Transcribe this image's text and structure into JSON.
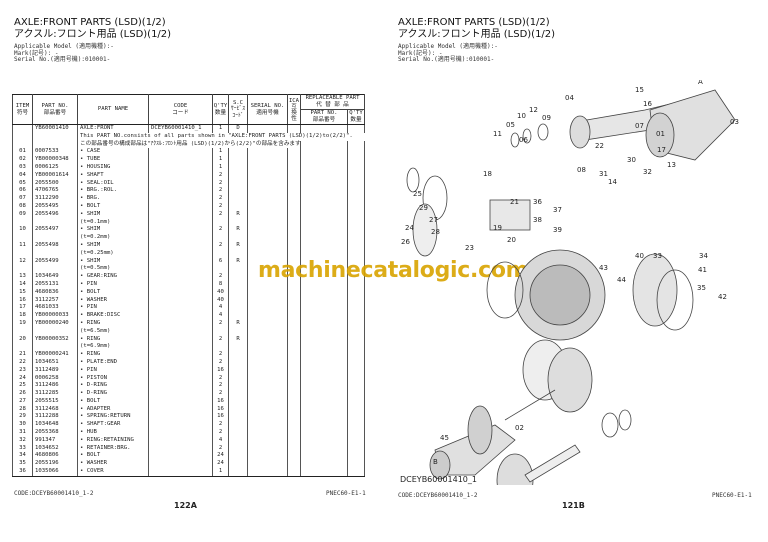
{
  "left": {
    "title_en": "AXLE:FRONT PARTS (LSD)(1/2)",
    "title_jp": "アクスル:フロント用品 (LSD)(1/2)",
    "model": "Applicable Model (適用機種):-",
    "mark": "Mark(記号): -",
    "serial": "Serial No.(適用号機):010001-",
    "code": "CODE:DCEYB60001410_1-2",
    "ref": "PNEC60-E1-1",
    "page": "122A"
  },
  "right": {
    "title_en": "AXLE:FRONT PARTS (LSD)(1/2)",
    "title_jp": "アクスル:フロント用品 (LSD)(1/2)",
    "model": "Applicable Model (適用機種):-",
    "mark": "Mark(記号): -",
    "serial": "Serial No.(適用号機):010001-",
    "code": "CODE:DCEYB60001410_1-2",
    "ref": "PNEC60-E1-1",
    "page": "121B",
    "diagram_id": "DCEYB60001410_1"
  },
  "headers": {
    "item": "ITEM\n符号",
    "partno": "PART NO.\n部品番号",
    "name": "PART NAME",
    "code": "CODE\nコード",
    "qty": "Q'TY\n数量",
    "sc": "S.C\nｻｰﾋﾞｽ\nｺｰﾄﾞ",
    "serial": "SERIAL NO.\n適用号機",
    "ica": "ICA\n互\n換\n性",
    "rep": "REPLACEABLE PART\n代 替 部 品",
    "rep_no": "PART NO.\n部品番号",
    "rep_qty": "Q'TY\n数量"
  },
  "assembly": {
    "partno": "YB60001410",
    "name": "AXLE:FRONT",
    "code": "DCEYB60001410_1",
    "qty": "1",
    "sc": "D",
    "note_en": "This PART NO.consists of all parts shown in \"AXLE:FRONT PARTS (LSD)(1/2)to(2/2)\".",
    "note_jp": "この部品番号の構成部品は\"ｱｸｽﾙ:ﾌﾛﾝﾄ用品 (LSD)(1/2)から(2/2)\"の部品を含みます"
  },
  "rows": [
    {
      "item": "01",
      "partno": "0007533",
      "name": "• CASE",
      "qty": "1"
    },
    {
      "item": "02",
      "partno": "YB00000348",
      "name": "• TUBE",
      "qty": "1"
    },
    {
      "item": "03",
      "partno": "0006125",
      "name": "• HOUSING",
      "qty": "1"
    },
    {
      "item": "04",
      "partno": "YB00001614",
      "name": "• SHAFT",
      "qty": "2"
    },
    {
      "item": "05",
      "partno": "2055500",
      "name": "• SEAL:OIL",
      "qty": "2"
    },
    {
      "item": "06",
      "partno": "4706765",
      "name": "• BRG.:ROL.",
      "qty": "2"
    },
    {
      "item": "07",
      "partno": "3112290",
      "name": "• BRG.",
      "qty": "2"
    },
    {
      "item": "08",
      "partno": "2055495",
      "name": "• BOLT",
      "qty": "2"
    },
    {
      "item": "09",
      "partno": "2055496",
      "name": "• SHIM",
      "qty": "2",
      "sc": "R",
      "note": "(t=0.1mm)"
    },
    {
      "item": "10",
      "partno": "2055497",
      "name": "• SHIM",
      "qty": "2",
      "sc": "R",
      "note": "(t=0.2mm)"
    },
    {
      "item": "11",
      "partno": "2055498",
      "name": "• SHIM",
      "qty": "2",
      "sc": "R",
      "note": "(t=0.25mm)"
    },
    {
      "item": "12",
      "partno": "2055499",
      "name": "• SHIM",
      "qty": "6",
      "sc": "R",
      "note": "(t=0.5mm)"
    },
    {
      "item": "13",
      "partno": "1034649",
      "name": "• GEAR:RING",
      "qty": "2"
    },
    {
      "item": "14",
      "partno": "2055131",
      "name": "• PIN",
      "qty": "8"
    },
    {
      "item": "15",
      "partno": "4680836",
      "name": "• BOLT",
      "qty": "40"
    },
    {
      "item": "16",
      "partno": "3112257",
      "name": "• WASHER",
      "qty": "40"
    },
    {
      "item": "17",
      "partno": "4681033",
      "name": "• PIN",
      "qty": "4"
    },
    {
      "item": "18",
      "partno": "YB00000033",
      "name": "• BRAKE:DISC",
      "qty": "4"
    },
    {
      "item": "19",
      "partno": "YB00000240",
      "name": "• RING",
      "qty": "2",
      "sc": "R",
      "note": "(t=6.5mm)"
    },
    {
      "item": "20",
      "partno": "YB00000352",
      "name": "• RING",
      "qty": "2",
      "sc": "R",
      "note": "(t=6.9mm)"
    },
    {
      "item": "21",
      "partno": "YB00000241",
      "name": "• RING",
      "qty": "2"
    },
    {
      "item": "22",
      "partno": "1034651",
      "name": "• PLATE:END",
      "qty": "2"
    },
    {
      "item": "23",
      "partno": "3112489",
      "name": "• PIN",
      "qty": "16"
    },
    {
      "item": "24",
      "partno": "0006258",
      "name": "• PISTON",
      "qty": "2"
    },
    {
      "item": "25",
      "partno": "3112486",
      "name": "• D-RING",
      "qty": "2"
    },
    {
      "item": "26",
      "partno": "3112285",
      "name": "• D-RING",
      "qty": "2"
    },
    {
      "item": "27",
      "partno": "2055515",
      "name": "• BOLT",
      "qty": "16"
    },
    {
      "item": "28",
      "partno": "3112468",
      "name": "• ADAPTER",
      "qty": "16"
    },
    {
      "item": "29",
      "partno": "3112288",
      "name": "• SPRING:RETURN",
      "qty": "16"
    },
    {
      "item": "30",
      "partno": "1034648",
      "name": "• SHAFT:GEAR",
      "qty": "2"
    },
    {
      "item": "31",
      "partno": "2055368",
      "name": "• HUB",
      "qty": "2"
    },
    {
      "item": "32",
      "partno": "991347",
      "name": "• RING:RETAINING",
      "qty": "4"
    },
    {
      "item": "33",
      "partno": "1034652",
      "name": "• RETAINER:BRG.",
      "qty": "2"
    },
    {
      "item": "34",
      "partno": "4680806",
      "name": "• BOLT",
      "qty": "24"
    },
    {
      "item": "35",
      "partno": "2055196",
      "name": "• WASHER",
      "qty": "24"
    },
    {
      "item": "36",
      "partno": "1035066",
      "name": "• COVER",
      "qty": "1"
    }
  ],
  "watermark": "machinecatalogic.com",
  "callouts": [
    "04",
    "15",
    "16",
    "A",
    "09",
    "10",
    "12",
    "11",
    "05",
    "06",
    "01",
    "07",
    "30",
    "32",
    "03",
    "13",
    "22",
    "08",
    "31",
    "17",
    "14",
    "18",
    "21",
    "19",
    "20",
    "25",
    "29",
    "27",
    "28",
    "26",
    "24",
    "23",
    "36",
    "37",
    "38",
    "39",
    "33",
    "34",
    "35",
    "40",
    "43",
    "44",
    "41",
    "42",
    "45",
    "B",
    "02"
  ]
}
